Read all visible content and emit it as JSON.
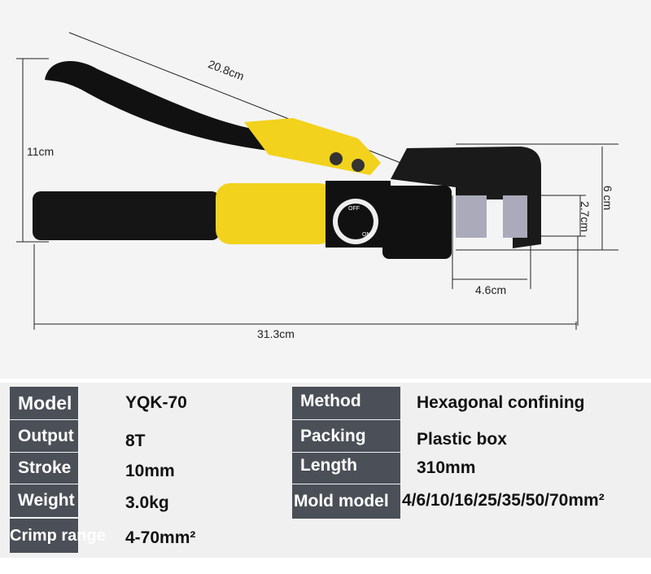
{
  "dimensions": {
    "handle_length": "20.8cm",
    "height": "11cm",
    "head_height": "6 cm",
    "jaw_gap_height": "2.7cm",
    "jaw_width": "4.6cm",
    "total_length": "31.3cm"
  },
  "dial": {
    "off": "OFF",
    "on": "ON"
  },
  "specs": {
    "left": [
      {
        "label": "Model",
        "value": "YQK-70"
      },
      {
        "label": "Output",
        "value": "8T"
      },
      {
        "label": "Stroke",
        "value": "10mm"
      },
      {
        "label": "Weight",
        "value": "3.0kg"
      },
      {
        "label": "Crimp range",
        "value": "4-70mm²"
      }
    ],
    "right": [
      {
        "label": "Method",
        "value": "Hexagonal confining"
      },
      {
        "label": "Packing",
        "value": "Plastic box"
      },
      {
        "label": "Length",
        "value": "310mm"
      },
      {
        "label": "Mold model",
        "value": "4/6/10/16/25/35/50/70mm²"
      }
    ]
  },
  "colors": {
    "yellow": "#f2d21c",
    "label_bg": "#4b4f57"
  }
}
